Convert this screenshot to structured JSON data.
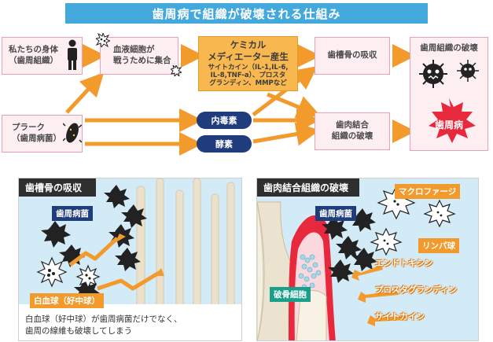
{
  "title": "歯周病で組織が破壊される仕組み",
  "flow": {
    "body": {
      "line1": "私たちの身体",
      "line2": "（歯周組織）"
    },
    "plaque": {
      "line1": "プラーク",
      "line2": "（歯周病菌）"
    },
    "blood": {
      "line1": "血液細胞が",
      "line2": "戦うために集合"
    },
    "chemical": {
      "title1": "ケミカル",
      "title2": "メディエーター産生",
      "sub1": "サイトカイン（IL-1,IL-6,",
      "sub2": "IL-8,TNF-a）、プロスタ",
      "sub3": "グランディン、MMPなど"
    },
    "bone_abs": "歯槽骨の吸収",
    "gum": {
      "line1": "歯肉結合",
      "line2": "組織の破壊"
    },
    "destroy": "歯周組織の破壊",
    "disease": "歯周病",
    "endotoxin": "内毒素",
    "enzyme": "酵素"
  },
  "left_panel": {
    "heading": "歯槽骨の吸収",
    "bacteria_label": "歯周病菌",
    "wbc_label": "白血球（好中球）",
    "note1": "白血球（好中球）が歯周病菌だけでなく、",
    "note2": "歯周の線維も破壊してしまう"
  },
  "right_panel": {
    "heading": "歯肉結合組織の破壊",
    "bacteria_label": "歯周病菌",
    "macrophage": "マクロファージ",
    "lymphocyte": "リンパ球",
    "osteoclast": "破骨細胞",
    "arrows": [
      "エンドトキシン",
      "プロスタグランディン",
      "サイトカイン"
    ]
  },
  "colors": {
    "title_bg": "#43a8dc",
    "pink_box": "#fdeef2",
    "orange": "#f39a2c",
    "navy": "#1f3c7c",
    "panel_bg": "#d2ebf7",
    "teal": "#1aa08a",
    "red": "#e8283c"
  }
}
